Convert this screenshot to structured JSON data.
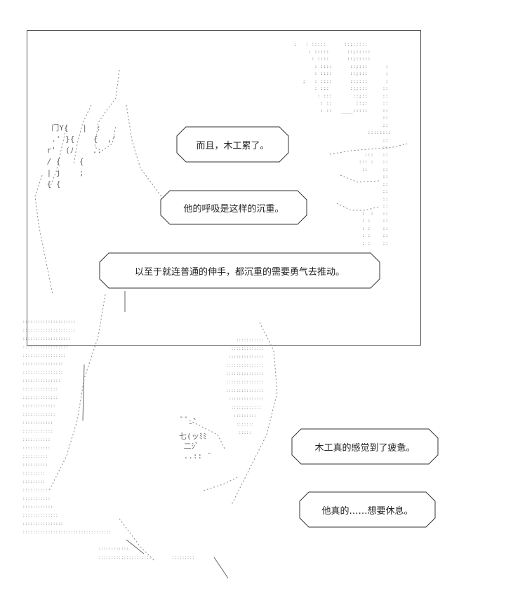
{
  "dialogues": [
    {
      "id": "b1",
      "text": "而且，木工累了。"
    },
    {
      "id": "b2",
      "text": "他的呼吸是这样的沉重。"
    },
    {
      "id": "b3",
      "text": "以至于就连普通的伸手，都沉重的需要勇气去推动。"
    },
    {
      "id": "b4",
      "text": "木工真的感觉到了疲惫。"
    },
    {
      "id": "b5",
      "text": "他真的……想要休息。"
    }
  ]
}
